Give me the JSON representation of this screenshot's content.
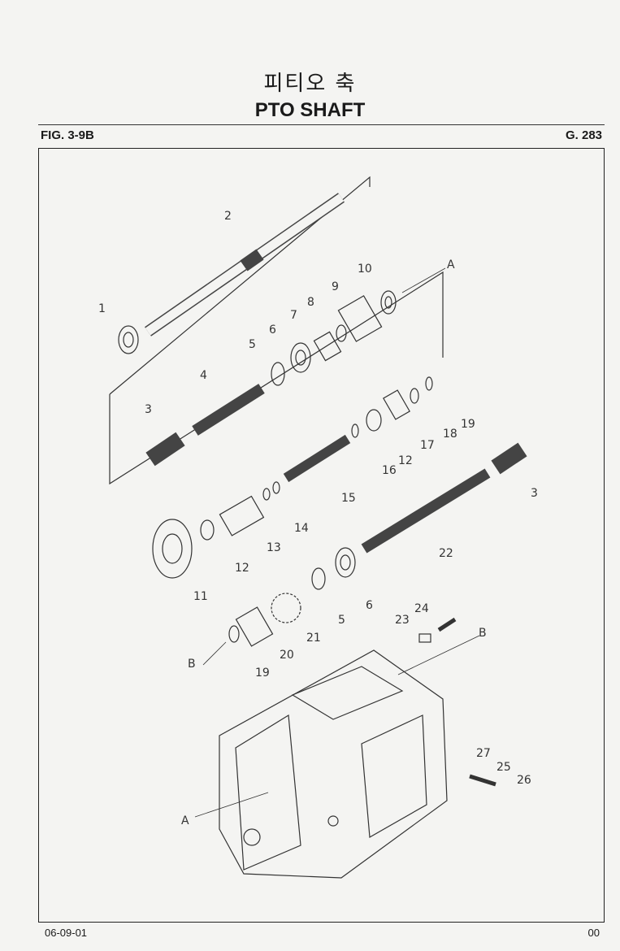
{
  "header": {
    "title_korean": "피티오 축",
    "title_english": "PTO SHAFT",
    "figure_number": "FIG. 3-9B",
    "group_number": "G. 283"
  },
  "diagram": {
    "callouts": [
      "1",
      "2",
      "3",
      "4",
      "5",
      "6",
      "7",
      "8",
      "9",
      "10",
      "A",
      "19",
      "18",
      "17",
      "12",
      "16",
      "15",
      "3",
      "14",
      "13",
      "12",
      "22",
      "11",
      "6",
      "5",
      "21",
      "20",
      "19",
      "B",
      "23",
      "24",
      "B",
      "27",
      "25",
      "26",
      "A"
    ]
  },
  "footer": {
    "date": "06-09-01",
    "page": "00"
  }
}
